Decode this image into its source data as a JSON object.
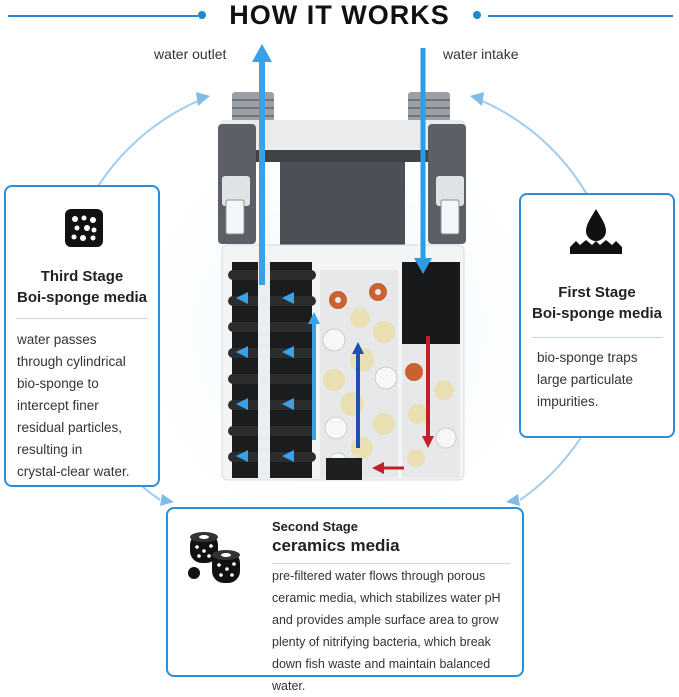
{
  "header": {
    "title": "HOW IT WORKS"
  },
  "flow": {
    "outlet_label": "water outlet",
    "intake_label": "water intake"
  },
  "stages": {
    "third": {
      "title": "Third Stage",
      "subtitle": "Boi-sponge media",
      "description": [
        "water passes",
        "through cylindrical",
        "bio-sponge to",
        "intercept finer",
        "residual particles,",
        "resulting in",
        "crystal-clear water."
      ]
    },
    "first": {
      "title": "First Stage",
      "subtitle": "Boi-sponge media",
      "description": [
        "bio-sponge traps",
        "large particulate",
        "impurities."
      ]
    },
    "second": {
      "title": "Second Stage",
      "subtitle": "ceramics media",
      "description": [
        "pre-filtered water flows through porous",
        "ceramic media, which stabilizes water pH",
        "and provides ample surface area to grow",
        "plenty of nitrifying bacteria, which break",
        "down fish waste and maintain balanced water."
      ]
    }
  },
  "colors": {
    "accent": "#1e88d0",
    "outlet_arrow": "#3aa0e8",
    "intake_arrow": "#2f9be0",
    "red_flow": "#c0202a",
    "blue_flow": "#1f4fb0"
  },
  "icons": {
    "third": "dotted-square-icon",
    "first": "water-drop-sponge-icon",
    "second": "ceramic-rings-icon"
  }
}
